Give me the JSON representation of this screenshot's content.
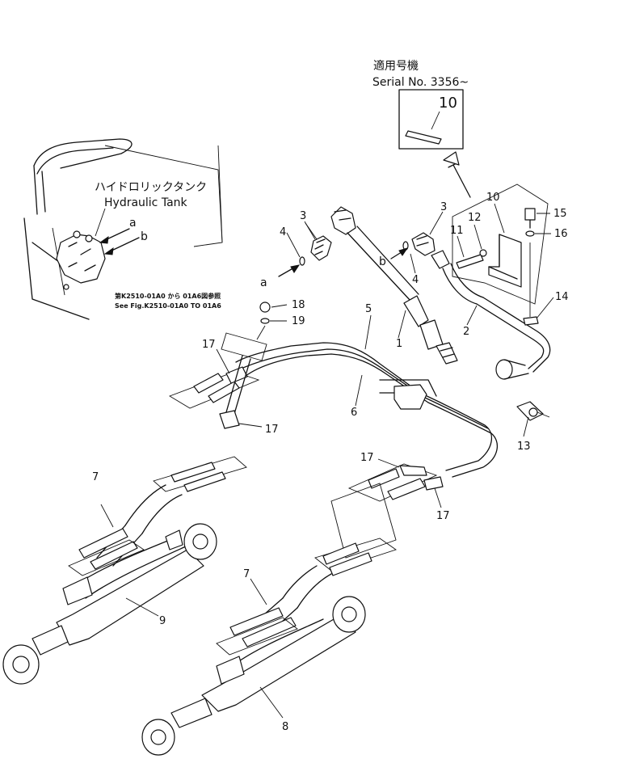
{
  "serial_note": {
    "jp": "適用号機",
    "en": "Serial No. 3356~",
    "inset_part": "10"
  },
  "tank": {
    "jp": "ハイドロリックタンク",
    "en": "Hydraulic Tank",
    "port_a": "a",
    "port_b": "b"
  },
  "ref_note": {
    "jp": "第K2510-01A0 から 01A6図参照",
    "en": "See Fig.K2510-01A0  TO  01A6"
  },
  "conn_a": "a",
  "conn_b": "b",
  "parts": [
    "1",
    "2",
    "3",
    "3",
    "4",
    "4",
    "5",
    "6",
    "7",
    "7",
    "8",
    "9",
    "10",
    "11",
    "12",
    "13",
    "14",
    "15",
    "16",
    "17",
    "17",
    "17",
    "17",
    "18",
    "19"
  ]
}
